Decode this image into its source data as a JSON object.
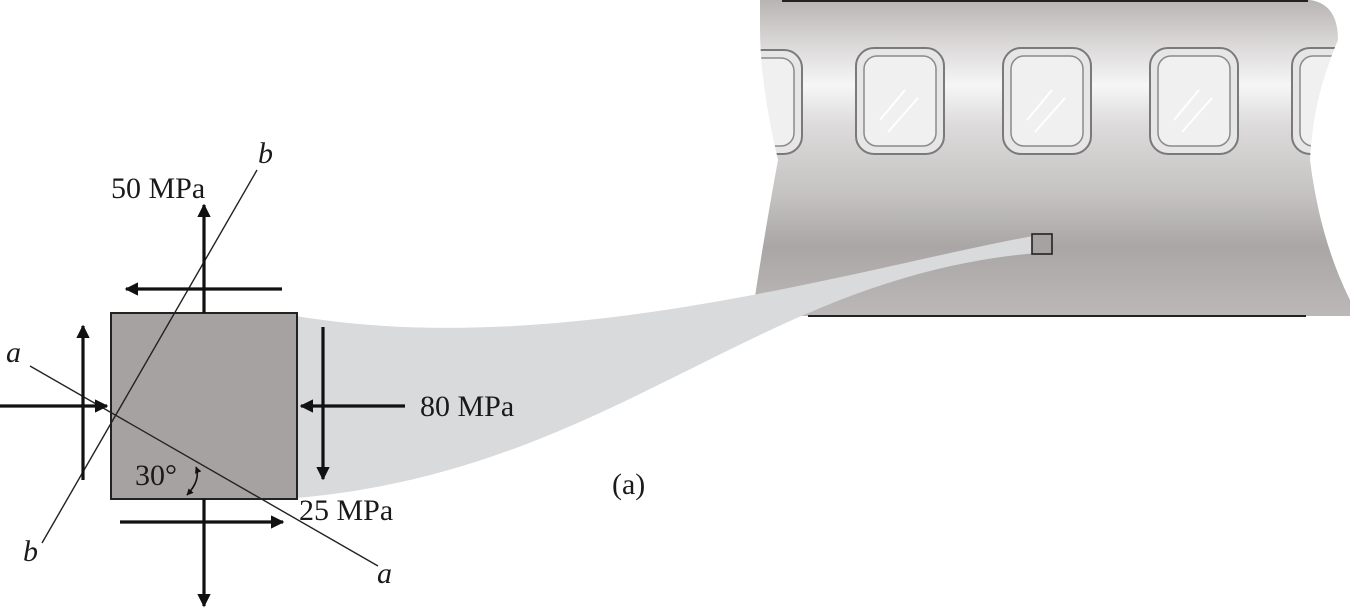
{
  "figure": {
    "labels": {
      "sigma_y": "50 MPa",
      "sigma_x": "80 MPa",
      "tau_xy": "25 MPa",
      "angle": "30°",
      "axis_a_top": "a",
      "axis_a_bottom": "a",
      "axis_b_top": "b",
      "axis_b_bottom": "b",
      "part": "(a)"
    },
    "colors": {
      "element_fill": "#a6a2a1",
      "fuselage_light": "#f2f2f2",
      "fuselage_dark": "#a9a5a5",
      "callout": "#d9dadb",
      "window_frame": "#c8c8c8",
      "window_glass": "#eeeeee",
      "ink": "#111111"
    }
  }
}
